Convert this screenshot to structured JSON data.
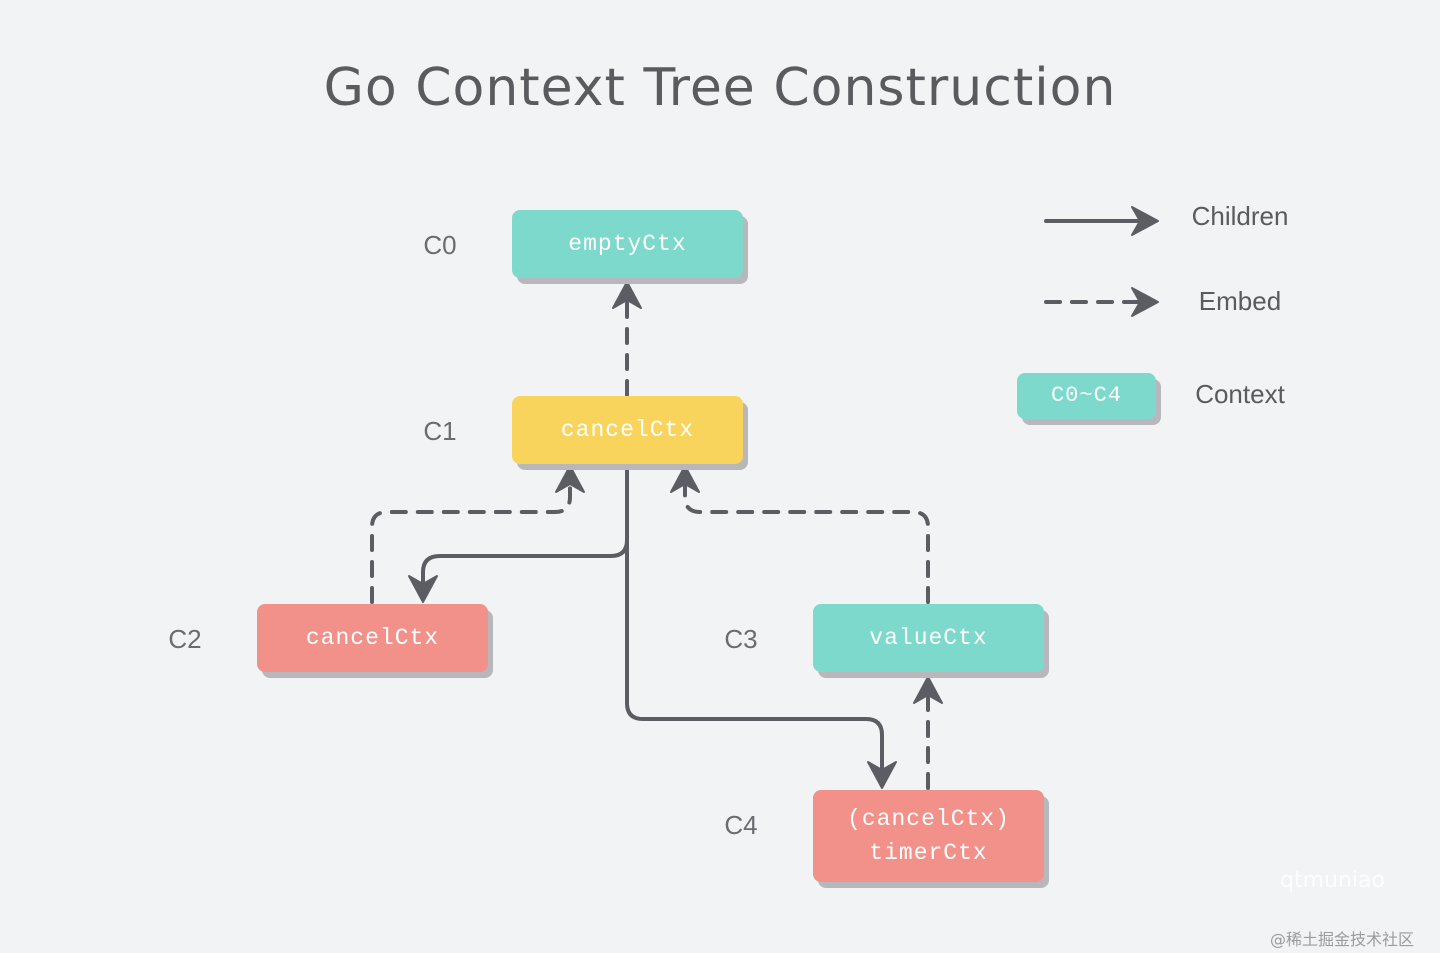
{
  "title": "Go Context Tree Construction",
  "nodes": {
    "c0": {
      "label": "C0",
      "type": "emptyCtx"
    },
    "c1": {
      "label": "C1",
      "type": "cancelCtx"
    },
    "c2": {
      "label": "C2",
      "type": "cancelCtx"
    },
    "c3": {
      "label": "C3",
      "type": "valueCtx"
    },
    "c4": {
      "label": "C4",
      "type_line1": "(cancelCtx)",
      "type_line2": "timerCtx"
    }
  },
  "legend": {
    "children": "Children",
    "embed": "Embed",
    "context_box": "C0~C4",
    "context": "Context"
  },
  "watermark": "qtmuniao",
  "footer": "@稀土掘金技术社区",
  "colors": {
    "teal": "#7dd9cc",
    "yellow": "#f9d45c",
    "pink": "#f2918a",
    "arrow": "#5c5c63",
    "background": "#f2f3f5"
  }
}
